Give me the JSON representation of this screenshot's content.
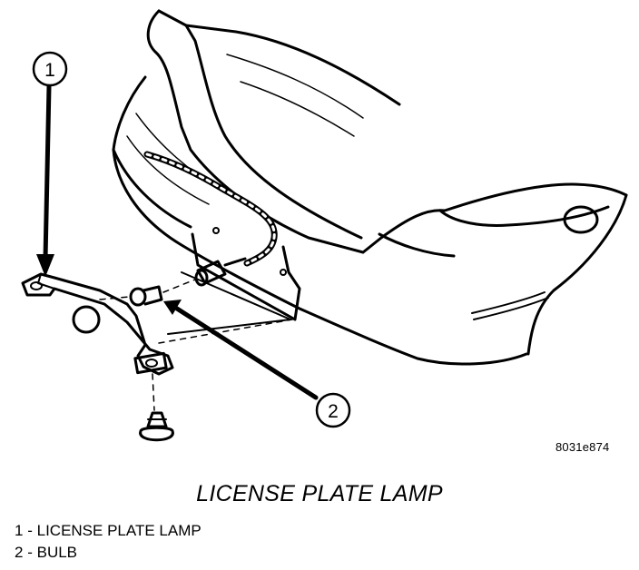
{
  "figure_id": "8031e874",
  "caption": "LICENSE PLATE LAMP",
  "callouts": [
    {
      "number": "1"
    },
    {
      "number": "2"
    }
  ],
  "legend": [
    {
      "number": "1",
      "separator": "-",
      "label": "LICENSE PLATE LAMP"
    },
    {
      "number": "2",
      "separator": "-",
      "label": "BULB"
    }
  ]
}
